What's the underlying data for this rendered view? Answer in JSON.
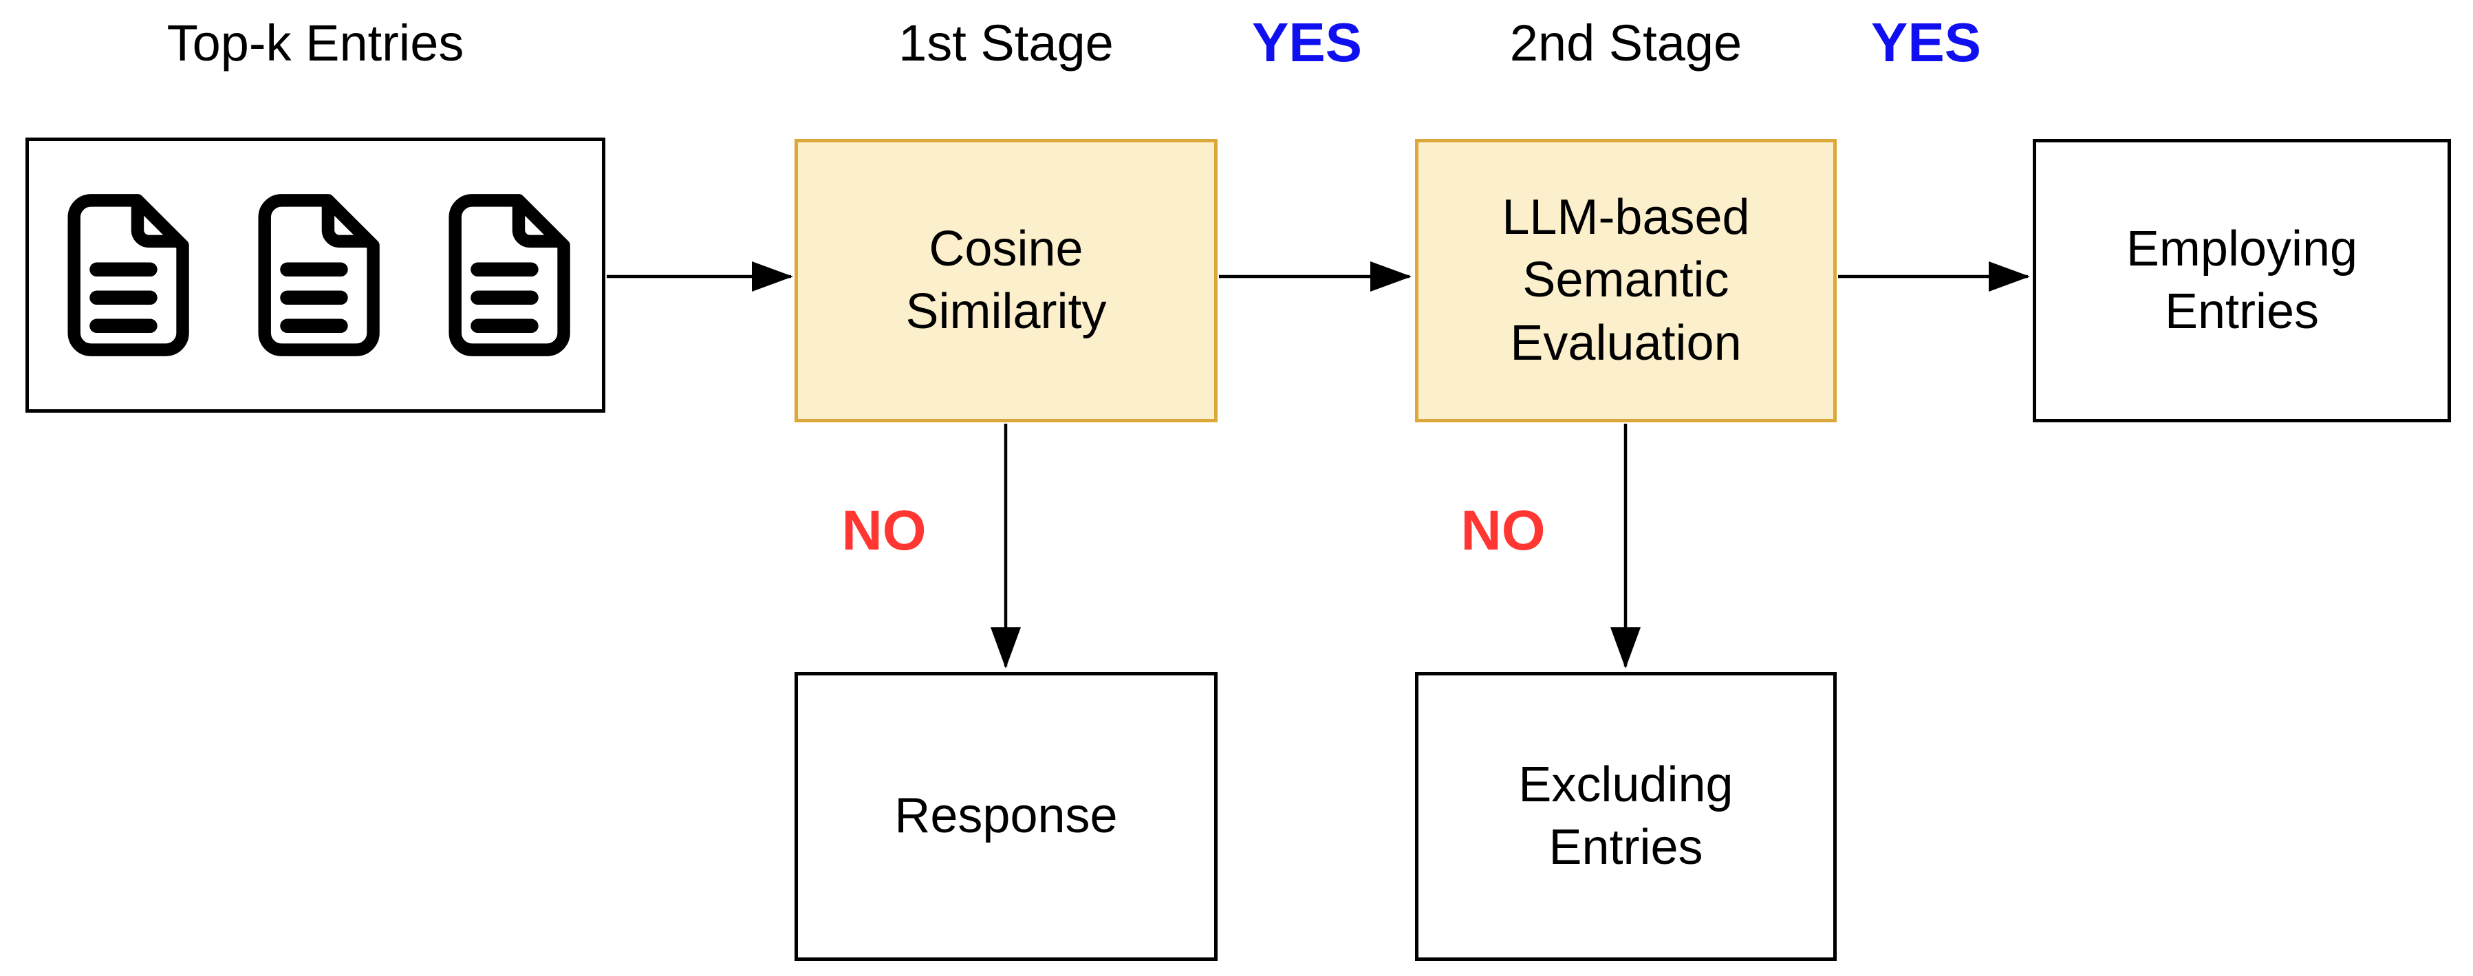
{
  "labels": {
    "topk": "Top-k Entries",
    "stage1": "1st Stage",
    "yes1": "YES",
    "stage2": "2nd Stage",
    "yes2": "YES",
    "no1": "NO",
    "no2": "NO"
  },
  "nodes": {
    "topk_box": {
      "icons": [
        "document-icon",
        "document-icon",
        "document-icon"
      ]
    },
    "cosine": {
      "label": "Cosine\nSimilarity",
      "highlighted": true
    },
    "llm": {
      "label": "LLM-based\nSemantic\nEvaluation",
      "highlighted": true
    },
    "employing": {
      "label": "Employing\nEntries",
      "highlighted": false
    },
    "response": {
      "label": "Response",
      "highlighted": false
    },
    "excluding": {
      "label": "Excluding\nEntries",
      "highlighted": false
    }
  },
  "edges": [
    {
      "from": "topk_box",
      "to": "cosine",
      "label": ""
    },
    {
      "from": "cosine",
      "to": "llm",
      "label": "YES"
    },
    {
      "from": "llm",
      "to": "employing",
      "label": "YES"
    },
    {
      "from": "cosine",
      "to": "response",
      "label": "NO"
    },
    {
      "from": "llm",
      "to": "excluding",
      "label": "NO"
    }
  ],
  "colors": {
    "background": "#ffffff",
    "text": "#000000",
    "box_border": "#000000",
    "arrow": "#000000",
    "stage_fill": "#fcf0cc",
    "stage_border": "#dda83a",
    "yes_text": "#0f0ff0",
    "no_text": "#ff3631"
  }
}
